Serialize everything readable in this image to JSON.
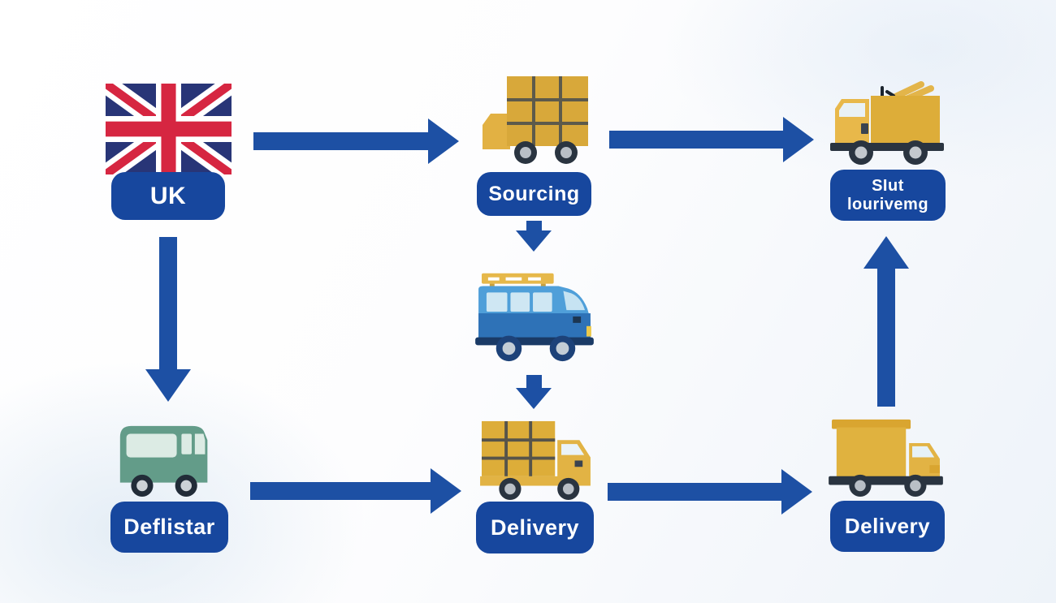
{
  "diagram": {
    "type": "flowchart",
    "topic": "UK sourcing and delivery logistics process",
    "nodes": {
      "uk": {
        "label": "UK",
        "icon": "uk-flag-icon"
      },
      "sourcing": {
        "label": "Sourcing",
        "icon": "stacked-boxes-truck-icon"
      },
      "top_right": {
        "label_line1": "SIut",
        "label_line2": "lourivemg",
        "icon": "ladder-truck-icon"
      },
      "van": {
        "icon": "blue-van-icon"
      },
      "deflistar": {
        "label": "Deflistar",
        "icon": "green-bus-icon"
      },
      "delivery_middle": {
        "label": "Delivery",
        "icon": "cargo-truck-icon"
      },
      "delivery_right": {
        "label": "Delivery",
        "icon": "box-truck-icon"
      }
    },
    "arrows": [
      {
        "from": "uk",
        "to": "sourcing",
        "direction": "right"
      },
      {
        "from": "sourcing",
        "to": "top_right",
        "direction": "right"
      },
      {
        "from": "uk",
        "to": "deflistar",
        "direction": "down"
      },
      {
        "from": "sourcing",
        "to": "van",
        "direction": "down"
      },
      {
        "from": "van",
        "to": "delivery_middle",
        "direction": "down"
      },
      {
        "from": "deflistar",
        "to": "delivery_middle",
        "direction": "right"
      },
      {
        "from": "delivery_middle",
        "to": "delivery_right",
        "direction": "right"
      },
      {
        "from": "delivery_right",
        "to": "top_right",
        "direction": "up"
      }
    ],
    "colors": {
      "label_background": "#17479e",
      "label_text": "#ffffff",
      "arrow": "#1d50a4",
      "truck_yellow": "#ddae3a",
      "bus_green": "#639c89",
      "van_blue": "#4f9fd9",
      "flag_navy": "#283577",
      "flag_red": "#d62641"
    }
  }
}
